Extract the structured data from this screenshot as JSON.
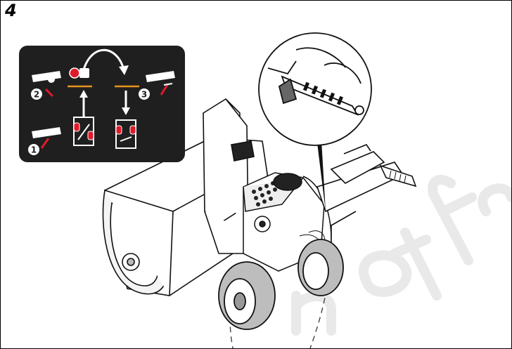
{
  "figure": {
    "number": "4"
  },
  "inset": {
    "background": "#1f1f1f",
    "step_markers": [
      "1",
      "2",
      "3"
    ],
    "arrow_color": "#ffffff",
    "highlight_color": "#e11a2b",
    "line_color": "#e8921e"
  },
  "watermark": {
    "text": "not for",
    "color": "#e9e9e9"
  },
  "illustration": {
    "subject": "snow-thrower-with-handle-detail"
  }
}
